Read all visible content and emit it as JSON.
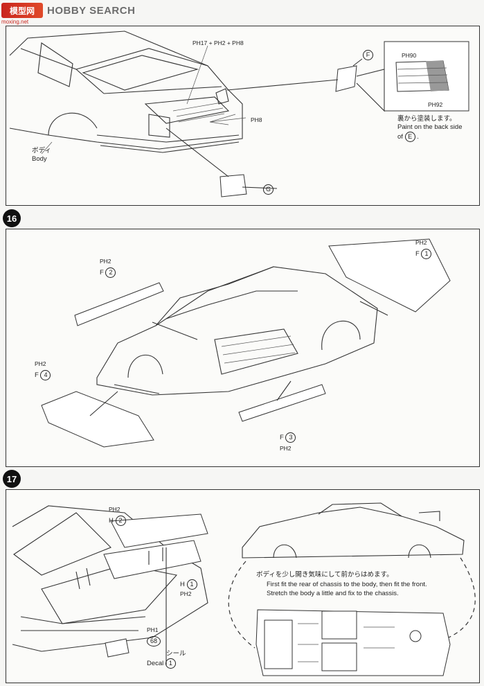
{
  "watermark": {
    "logo_text": "模型网",
    "site_text": "HOBBY SEARCH",
    "url": "moxing.net",
    "brand_color": "#c9251d"
  },
  "step15": {
    "part_combo": "PH17 + PH2 + PH8",
    "label_ph8": "PH8",
    "label_ph90": "PH90",
    "label_ph92": "PH92",
    "part_f": "F",
    "part_g": "G",
    "body_jp": "ボディ",
    "body_en": "Body",
    "note_jp": "裏から塗装します。",
    "note_en_1": "Paint on the back side",
    "note_en_2_prefix": "of",
    "note_en_2_part": "E",
    "note_en_2_suffix": "."
  },
  "step16": {
    "number": "16",
    "a_ph": "PH2",
    "a_part": "F",
    "a_num": "2",
    "b_ph": "PH2",
    "b_part": "F",
    "b_num": "1",
    "c_ph": "PH2",
    "c_part": "F",
    "c_num": "4",
    "d_ph": "PH2",
    "d_part": "F",
    "d_num": "3"
  },
  "step17": {
    "number": "17",
    "h2_ph": "PH2",
    "h2_part": "H",
    "h2_num": "2",
    "h1_part": "H",
    "h1_num": "1",
    "h1_ph": "PH2",
    "ph1": "PH1",
    "decal_num": "68",
    "seal_jp": "シール",
    "decal_en": "Decal",
    "decal_sheet": "1",
    "note_jp": "ボディを少し開き気味にして前からはめます。",
    "note_en_1": "First fit the rear of chassis to the body, then fit the front.",
    "note_en_2": "Stretch the body a little and fix to the chassis."
  }
}
